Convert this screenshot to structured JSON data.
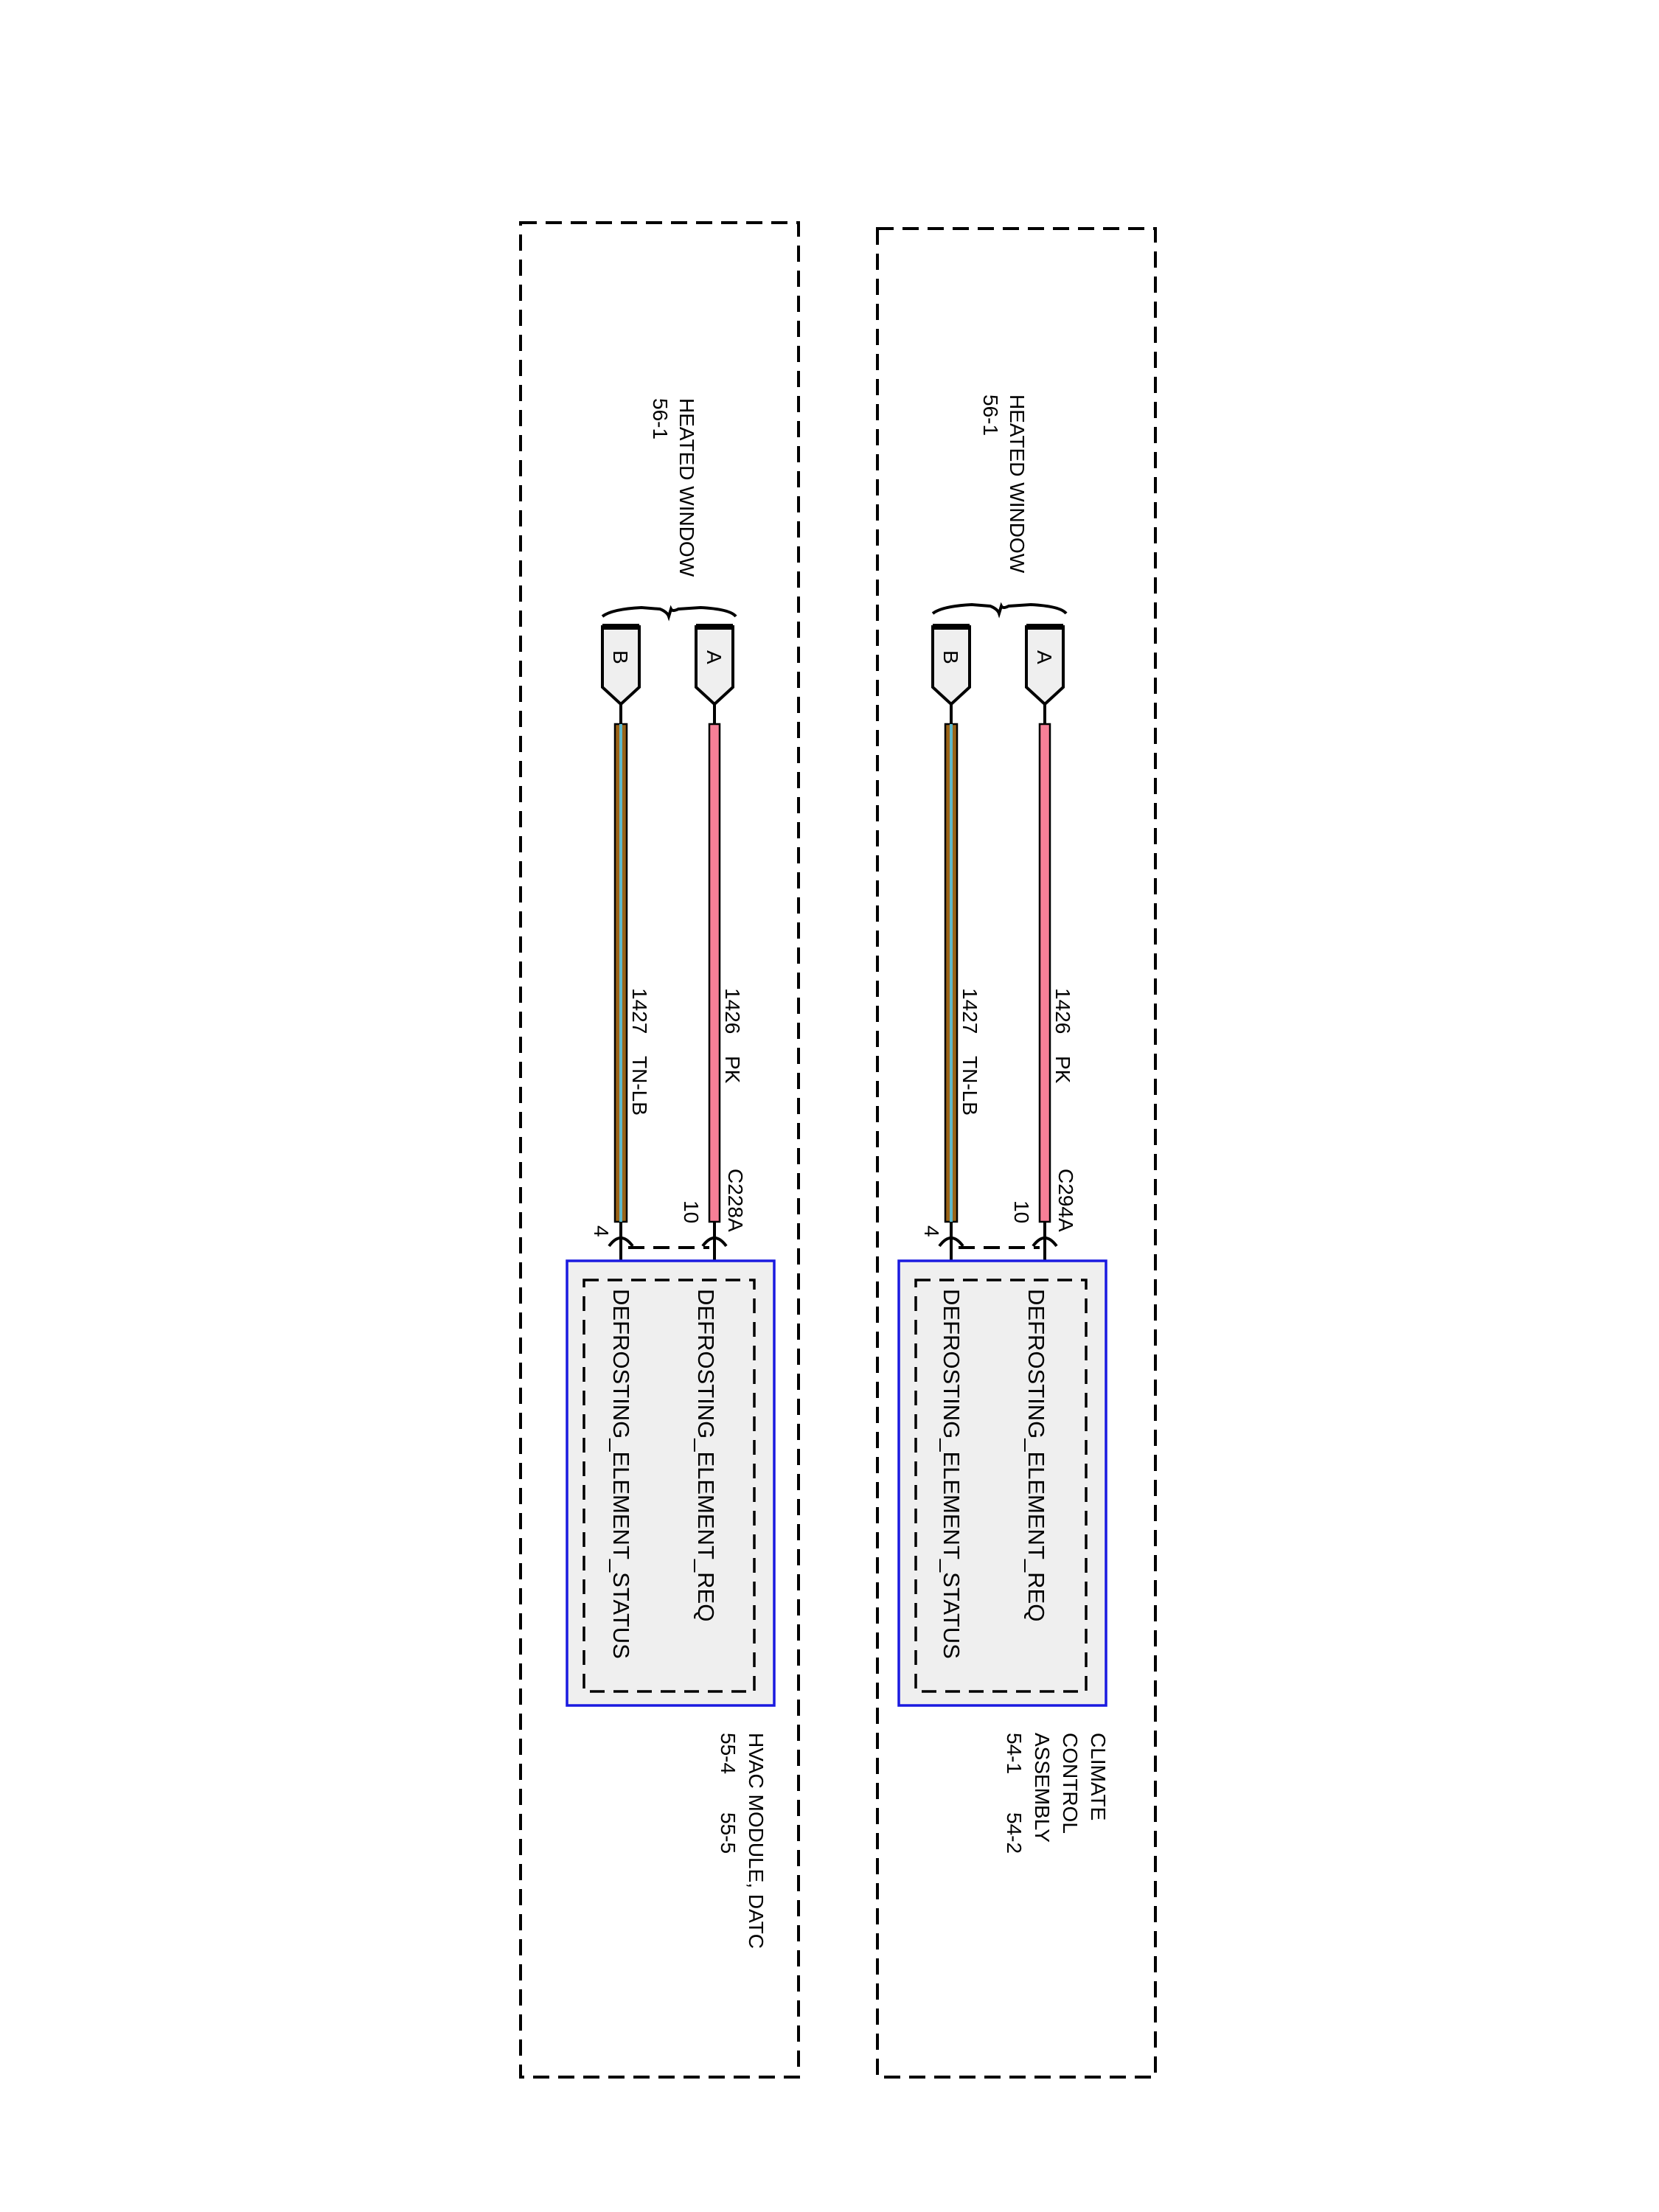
{
  "colors": {
    "pk": "#f77f97",
    "tn": "#9a6418",
    "lb": "#5fb8c8",
    "module_border": "#1a1ae0",
    "module_fill": "#efefef"
  },
  "panels": [
    {
      "component": {
        "name": "HEATED WINDOW",
        "ref": "56-1"
      },
      "connector": "C228A",
      "pins": [
        {
          "cavity": "A",
          "pin": "10",
          "circuit": "1426",
          "color": "PK",
          "signal": "DEFROSTING_ELEMENT_REQ"
        },
        {
          "cavity": "B",
          "pin": "4",
          "circuit": "1427",
          "color": "TN-LB",
          "signal": "DEFROSTING_ELEMENT_STATUS"
        }
      ],
      "module": {
        "lines": [
          "HVAC MODULE, DATC"
        ],
        "refs": [
          "55-4",
          "55-5"
        ]
      }
    },
    {
      "component": {
        "name": "HEATED WINDOW",
        "ref": "56-1"
      },
      "connector": "C294A",
      "pins": [
        {
          "cavity": "A",
          "pin": "10",
          "circuit": "1426",
          "color": "PK",
          "signal": "DEFROSTING_ELEMENT_REQ"
        },
        {
          "cavity": "B",
          "pin": "4",
          "circuit": "1427",
          "color": "TN-LB",
          "signal": "DEFROSTING_ELEMENT_STATUS"
        }
      ],
      "module": {
        "lines": [
          "CLIMATE",
          "CONTROL",
          "ASSEMBLY"
        ],
        "refs": [
          "54-1",
          "54-2"
        ]
      }
    }
  ]
}
